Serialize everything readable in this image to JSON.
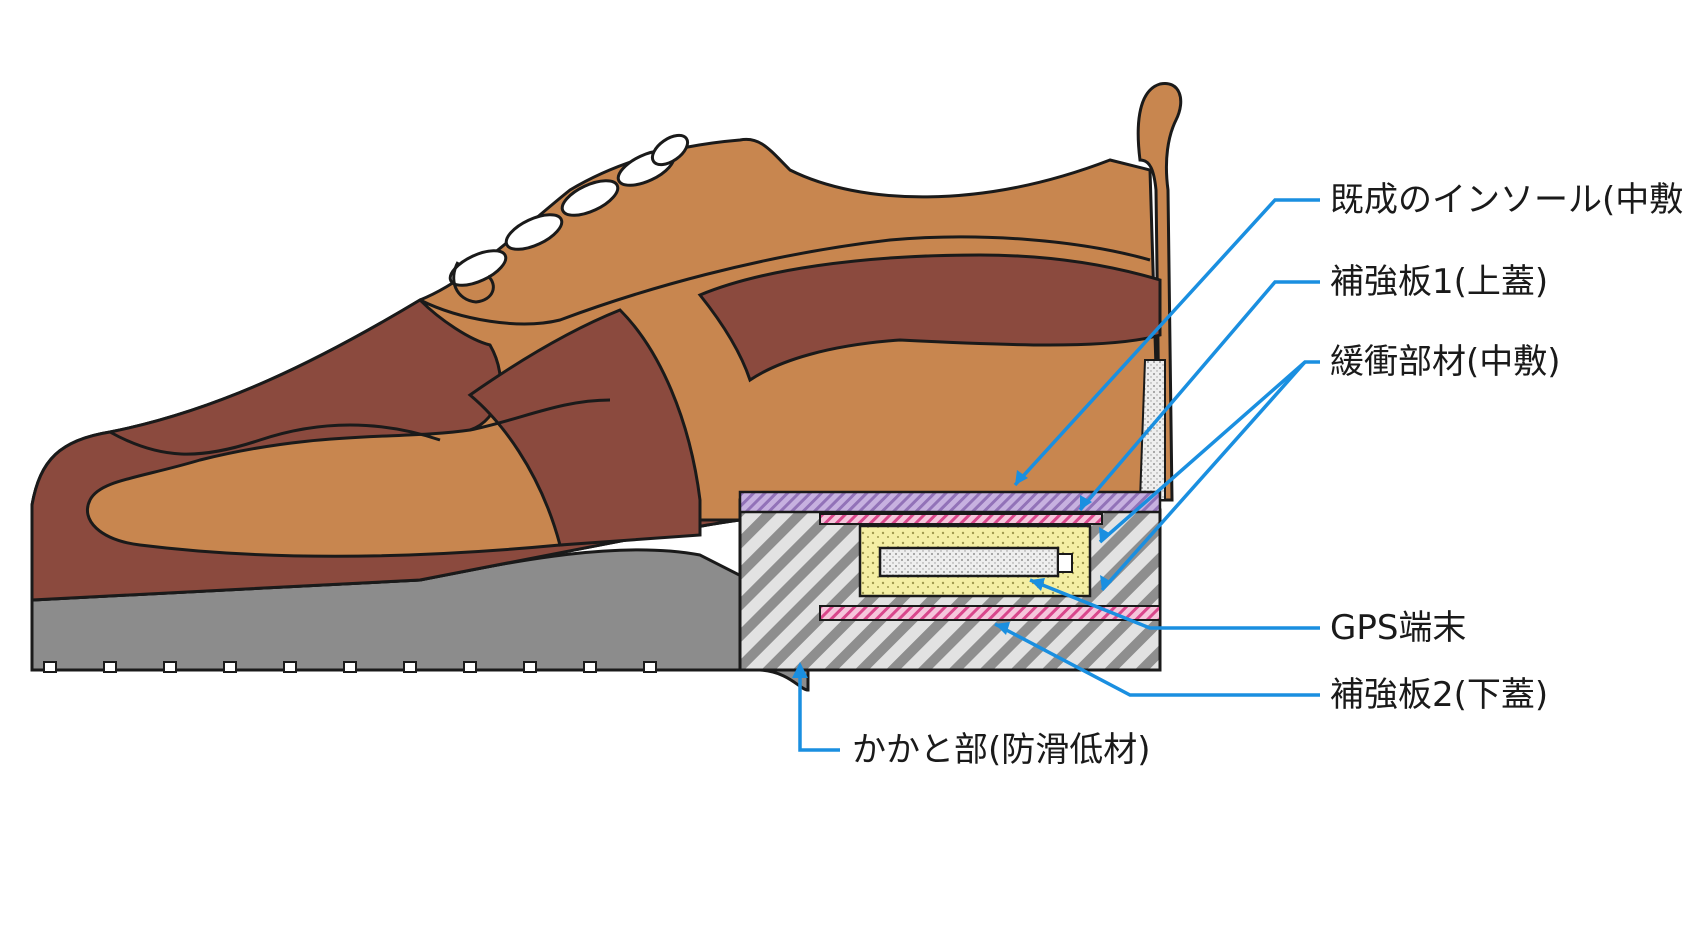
{
  "labels": {
    "insole": "既成のインソール(中敷)",
    "reinforce_top": "補強板1(上蓋)",
    "cushion": "緩衝部材(中敷)",
    "gps": "GPS端末",
    "reinforce_bottom": "補強板2(下蓋)",
    "heel": "かかと部(防滑低材)"
  },
  "colors": {
    "leader_line": "#1a8fe0",
    "upper_tan": "#c8864f",
    "upper_dark": "#8b4a3e",
    "sole_gray": "#8c8c8c",
    "insole_purple": "#a98bc7",
    "reinforcement_pink": "#e0559a",
    "cushion_yellow": "#f2eda0",
    "outline": "#1a1a1a"
  }
}
